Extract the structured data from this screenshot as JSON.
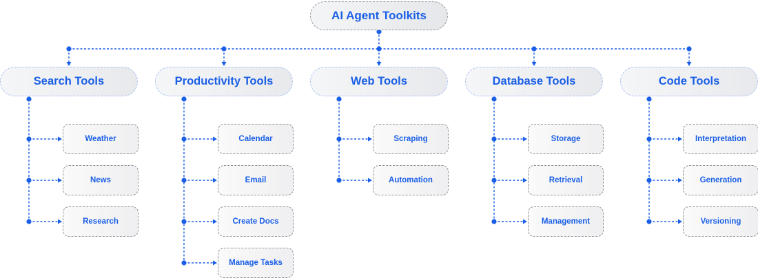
{
  "diagram": {
    "root": {
      "label": "AI Agent Toolkits"
    },
    "categories": [
      {
        "label": "Search Tools",
        "tools": [
          "Weather",
          "News",
          "Research"
        ]
      },
      {
        "label": "Productivity Tools",
        "tools": [
          "Calendar",
          "Email",
          "Create Docs",
          "Manage Tasks"
        ]
      },
      {
        "label": "Web Tools",
        "tools": [
          "Scraping",
          "Automation"
        ]
      },
      {
        "label": "Database Tools",
        "tools": [
          "Storage",
          "Retrieval",
          "Management"
        ]
      },
      {
        "label": "Code Tools",
        "tools": [
          "Interpretation",
          "Generation",
          "Versioning"
        ]
      }
    ]
  },
  "colors": {
    "accent": "#1a5fe6",
    "box_border": "#8e9298",
    "category_border": "#a9c3f2"
  }
}
